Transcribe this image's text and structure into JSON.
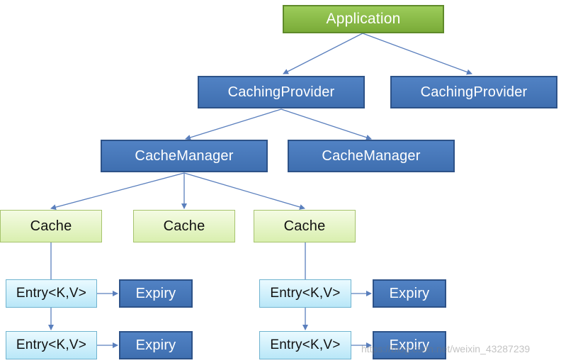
{
  "nodes": {
    "application": "Application",
    "caching_provider_1": "CachingProvider",
    "caching_provider_2": "CachingProvider",
    "cache_manager_1": "CacheManager",
    "cache_manager_2": "CacheManager",
    "cache_1": "Cache",
    "cache_2": "Cache",
    "cache_3": "Cache",
    "entry_1": "Entry<K,V>",
    "entry_2": "Entry<K,V>",
    "entry_3": "Entry<K,V>",
    "entry_4": "Entry<K,V>",
    "expiry_1": "Expiry",
    "expiry_2": "Expiry",
    "expiry_3": "Expiry",
    "expiry_4": "Expiry"
  },
  "watermark": "https://blog.csdn.net/weixin_43287239",
  "colors": {
    "connector": "#5a7fbd",
    "application_fill": "#8ebd4a",
    "dark_box_fill": "#4577ba",
    "cache_fill": "#e6f5c8",
    "entry_fill": "#d2f0fb"
  }
}
